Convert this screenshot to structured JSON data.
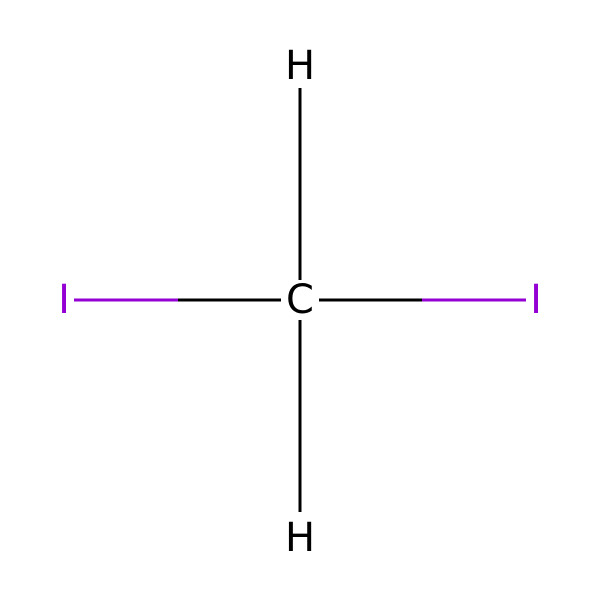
{
  "molecule": {
    "atoms": {
      "carbon": {
        "symbol": "C"
      },
      "hydrogen_top": {
        "symbol": "H"
      },
      "hydrogen_bottom": {
        "symbol": "H"
      },
      "iodine_left": {
        "symbol": "I"
      },
      "iodine_right": {
        "symbol": "I"
      }
    },
    "bonds": [
      {
        "from": "carbon",
        "to": "hydrogen_top",
        "order": 1
      },
      {
        "from": "carbon",
        "to": "hydrogen_bottom",
        "order": 1
      },
      {
        "from": "carbon",
        "to": "iodine_left",
        "order": 1
      },
      {
        "from": "carbon",
        "to": "iodine_right",
        "order": 1
      }
    ]
  },
  "colors": {
    "carbon": "#000000",
    "hydrogen": "#000000",
    "iodine": "#9400D3",
    "bond": "#000000",
    "background": "#FFFFFF"
  }
}
